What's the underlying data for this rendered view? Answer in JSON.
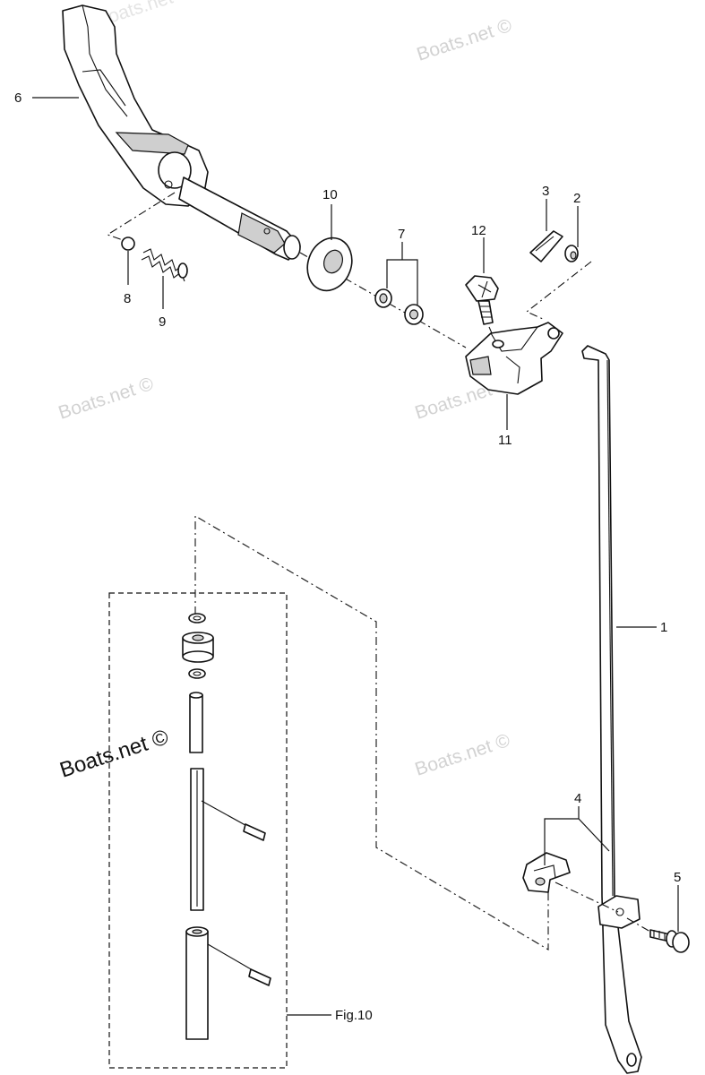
{
  "watermarks": {
    "w1": "Boats.net ©",
    "w2": "Boats.net ©",
    "w3": "Boats.net ©",
    "w4": "Boats.net ©",
    "w5": "Boats.net ©",
    "w6": "Boats.net ©"
  },
  "callouts": {
    "c1": "1",
    "c2": "2",
    "c3": "3",
    "c4": "4",
    "c5": "5",
    "c6": "6",
    "c7": "7",
    "c8": "8",
    "c9": "9",
    "c10": "10",
    "c11": "11",
    "c12": "12"
  },
  "figure_label": "Fig.10"
}
